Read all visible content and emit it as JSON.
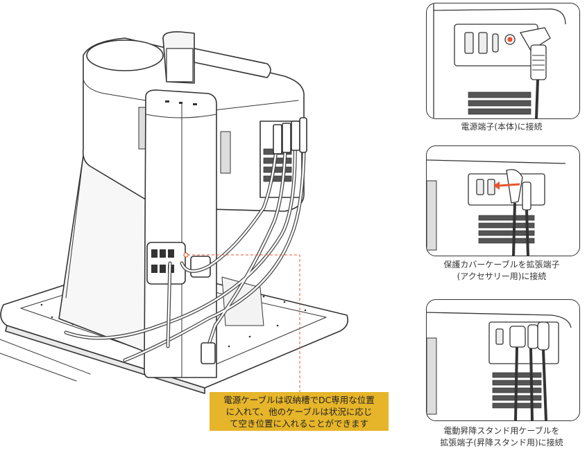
{
  "callout": {
    "lines": [
      "電源ケーブルは収納槽でDC専用な位置",
      "に入れて、他のケーブルは状況に応じ",
      "て空き位置に入れることができます"
    ]
  },
  "panels": [
    {
      "caption_lines": [
        "電源端子(本体)に接続"
      ]
    },
    {
      "caption_lines": [
        "保護カバーケーブルを拡張端子",
        "(アクセサリー用)に接続"
      ]
    },
    {
      "caption_lines": [
        "電動昇降スタンド用ケーブルを",
        "拡張端子(昇降スタンド用)に接続"
      ]
    }
  ],
  "colors": {
    "callout_bg": "#e6b52a",
    "arrow": "#e8542f",
    "dashed_line": "#e8542f",
    "stroke": "#333333"
  }
}
